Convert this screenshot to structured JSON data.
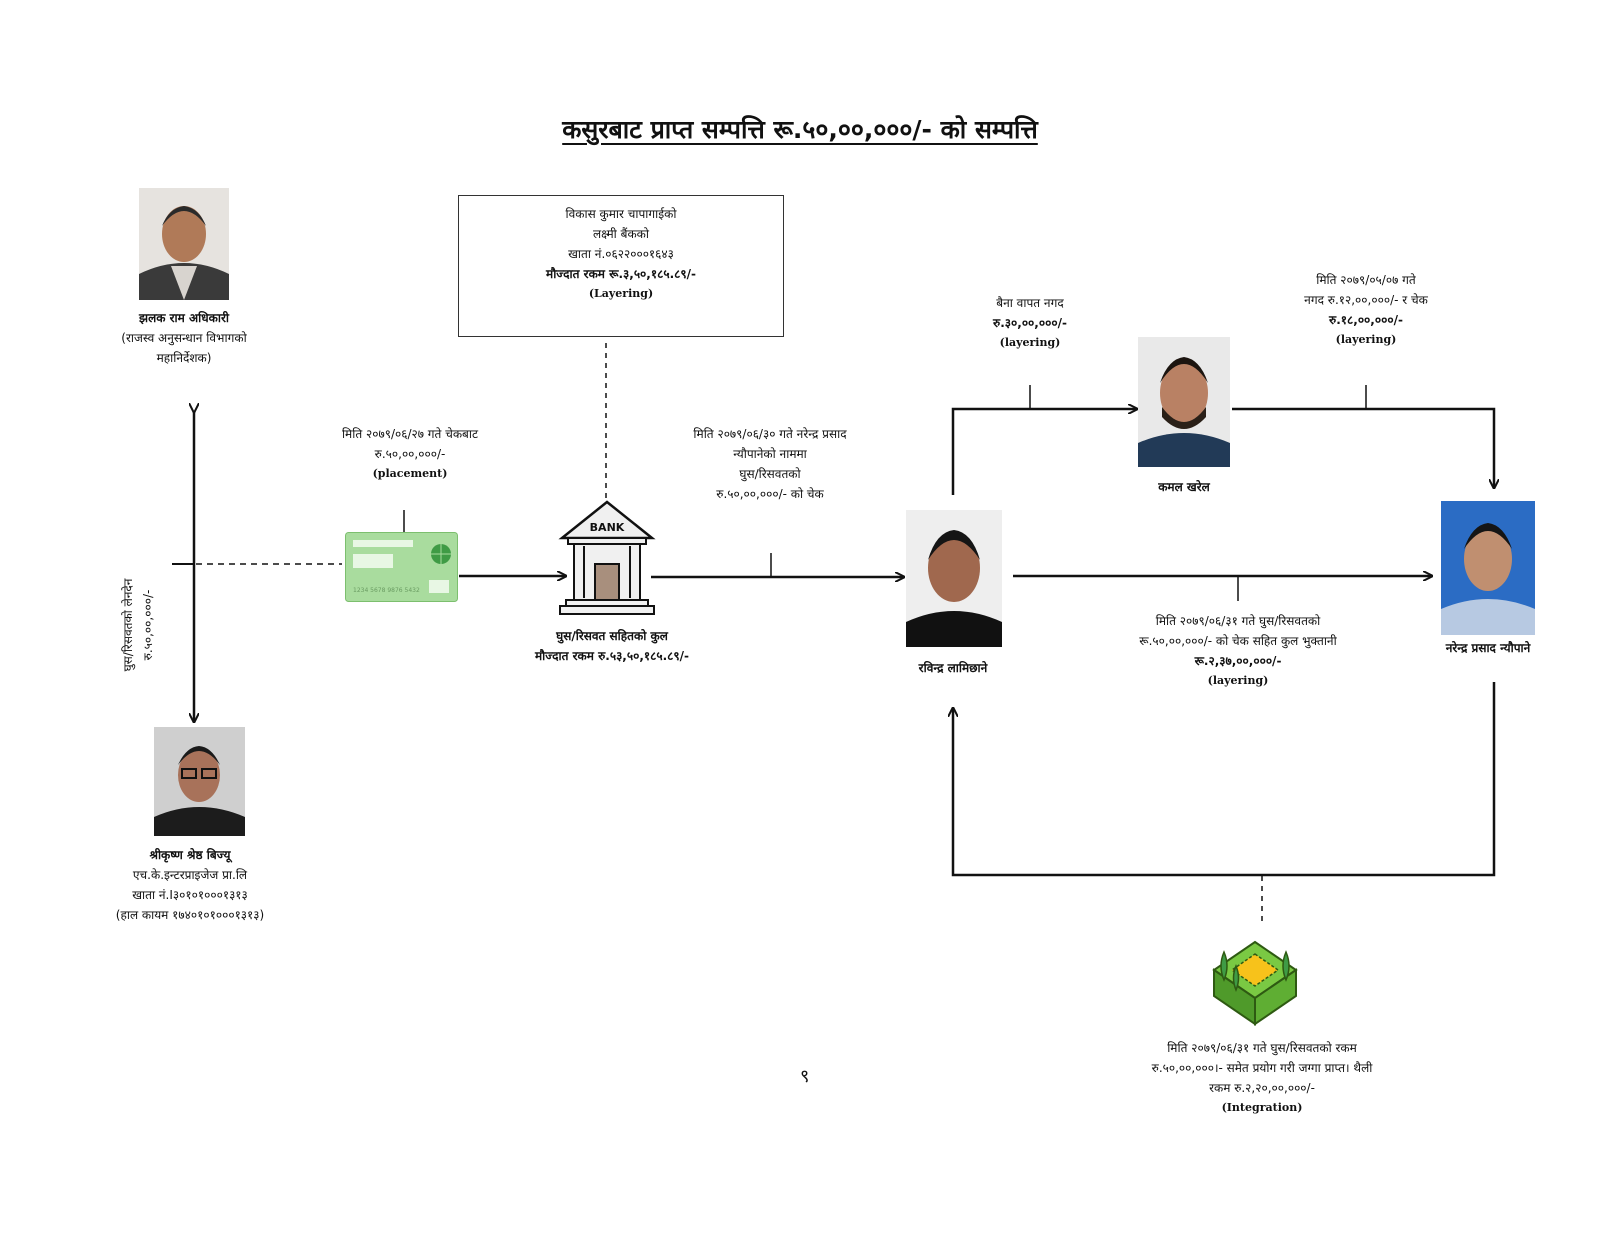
{
  "title": "कसुरबाट प्राप्त सम्पत्ति रू.५०,००,०००/- को सम्पत्ति",
  "colors": {
    "line": "#111111",
    "card": "#a9dc9e",
    "bank": "#f0f0f0",
    "land": "#7ac943",
    "land_center": "#f7c21b"
  },
  "people": {
    "jhalak": {
      "name": "झलक राम अधिकारी",
      "line2": "(राजस्व अनुसन्धान विभागको",
      "line3": "महानिर्देशक)"
    },
    "shreekrishna": {
      "name": "श्रीकृष्ण श्रेष्ठ बिज्यू",
      "line2": "एच.के.इन्टरप्राइजेज प्रा.लि",
      "line3": "खाता नं.I३०१०१०००१३१३",
      "line4": "(हाल कायम १७४०१०१०००१३१३)"
    },
    "rabindra": {
      "name": "रविन्द्र लामिछाने"
    },
    "kamal": {
      "name": "कमल खरेल"
    },
    "narendra": {
      "name": "नरेन्द्र प्रसाद न्यौपाने"
    }
  },
  "vertical_label": {
    "line1": "घुस/रिसवतको लेनदेन",
    "line2": "रु.५०,००,०००/-"
  },
  "placement": {
    "line1": "मिति २०७९/०६/२७ गते चेकबाट",
    "line2": "रु.५०,००,०००/-",
    "tag": "(placement)"
  },
  "card": {
    "number": "1234 5678 9876 5432"
  },
  "layering_box": {
    "line1": "विकास कुमार चापागाईको",
    "line2": "लक्ष्मी बैंकको",
    "line3": "खाता नं.०६२२०००१६४३",
    "line4": "मौज्दात रकम रू.३,५०,१८५.८९/-",
    "tag": "(Layering)"
  },
  "bank": {
    "sign": "BANK",
    "line1": "घुस/रिसवत सहितको कुल",
    "line2": "मौज्दात रकम रु.५३,५०,१८५.८९/-"
  },
  "cheque_transfer": {
    "line1": "मिति २०७९/०६/३० गते नरेन्द्र प्रसाद",
    "line2": "न्यौपानेको नाममा",
    "line3": "घुस/रिसवतको",
    "line4": "रु.५०,००,०००/- को चेक"
  },
  "cash_advance": {
    "line1": "बैना वापत नगद",
    "line2": "रु.३०,००,०००/-",
    "tag": "(layering)"
  },
  "cash_cheque": {
    "line1": "मिति २०७९/०५/०७ गते",
    "line2": "नगद रु.१२,००,०००/- र चेक",
    "line3": "रु.१८,००,०००/-",
    "tag": "(layering)"
  },
  "total_payment": {
    "line1": "मिति २०७९/०६/३१ गते घुस/रिसवतको",
    "line2": "रू.५०,००,०००/- को चेक सहित कुल भुक्तानी",
    "line3": "रू.२,३७,००,०००/-",
    "tag": "(layering)"
  },
  "integration": {
    "line1": "मिति २०७९/०६/३१ गते घुस/रिसवतको रकम",
    "line2": "रु.५०,००,०००।- समेत प्रयोग गरी जग्गा प्राप्त। थैली",
    "line3": "रकम रु.२,२०,००,०००/-",
    "tag": "(Integration)"
  },
  "page_number": "९"
}
